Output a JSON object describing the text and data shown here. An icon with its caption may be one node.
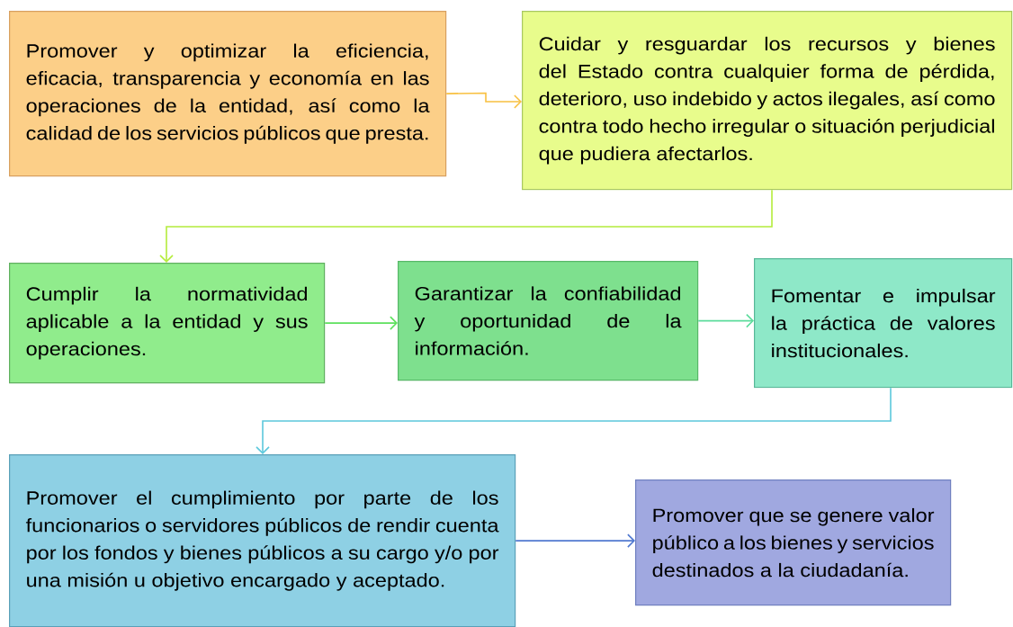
{
  "diagram": {
    "nodes": [
      {
        "text": [
          "Promover y optimizar la eficiencia, eficacia, transparencia y economía en las operaciones de la entidad, así como la calidad de los servicios públicos que presta."
        ]
      },
      {
        "text": [
          "Cuidar y resguardar los recursos y bienes del Estado contra cualquier forma de pérdida, deterioro, uso indebido y actos ilegales, así como contra todo hecho irregular o situación perjudicial que pudiera afectarlos."
        ]
      },
      {
        "text": [
          "Cumplir la normatividad aplicable a la entidad y sus operaciones."
        ]
      },
      {
        "text": [
          "Garantizar la confiabilidad y oportunidad de la información."
        ]
      },
      {
        "text": [
          "Fomentar e impulsar la práctica de valores institucionales."
        ]
      },
      {
        "text": [
          "Promover el cumplimiento por parte de los funcionarios o servidores públicos de rendir cuenta por los fondos y bienes públicos a su cargo y/o por una misión u objetivo encargado y aceptado."
        ]
      },
      {
        "text": [
          "Promover que se genere valor público a los bienes y servicios destinados a la ciudadanía."
        ]
      }
    ],
    "edges": [
      {
        "from": 0,
        "to": 1,
        "arrow": "to",
        "color": "#f8c040"
      },
      {
        "from": 1,
        "to": 2,
        "arrow": "to",
        "color": "#b4ec3c"
      },
      {
        "from": 2,
        "to": 3,
        "arrow": "to",
        "color": "#5ce05c"
      },
      {
        "from": 3,
        "to": 4,
        "arrow": "to",
        "color": "#5cdc9c"
      },
      {
        "from": 4,
        "to": 5,
        "arrow": "to",
        "color": "#5cc8dc"
      },
      {
        "from": 5,
        "to": 6,
        "arrow": "to",
        "color": "#5078d0"
      }
    ]
  }
}
